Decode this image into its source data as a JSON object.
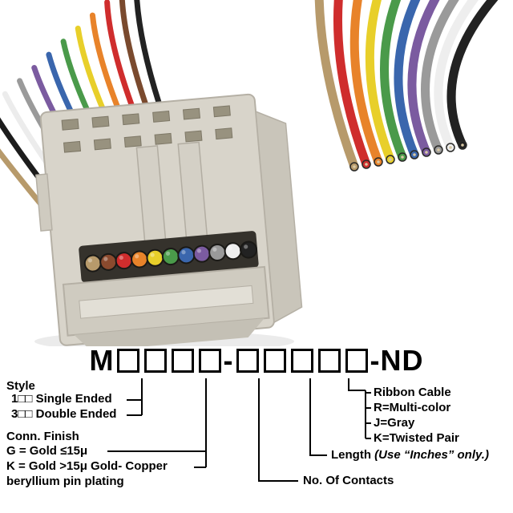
{
  "part_number": {
    "prefix": "M",
    "group1_boxes": 4,
    "separator": "-",
    "group2_boxes": 5,
    "suffix": "-ND"
  },
  "callouts": {
    "style": {
      "title": "Style",
      "option1": "1□□ Single Ended",
      "option2": "3□□ Double Ended"
    },
    "finish": {
      "title": "Conn. Finish",
      "line_g": "G = Gold ≤15μ",
      "line_k": "K = Gold >15μ Gold- Copper",
      "line_k2": "beryllium pin plating"
    },
    "contacts": {
      "label": "No. Of Contacts"
    },
    "length": {
      "label": "Length ",
      "note": "(Use “Inches” only.)"
    },
    "ribbon": {
      "title": "Ribbon Cable",
      "option_r": "R=Multi-color",
      "option_j": "J=Gray",
      "option_k": "K=Twisted Pair"
    }
  },
  "photo": {
    "description": "IDC socket connector with multi-color flat ribbon cable fanning to top corners",
    "body_color": "#d8d4ca",
    "contact_rows": 2,
    "contact_slot_columns": 6,
    "left_wire_colors": [
      "#b79a6b",
      "#1c1c1c",
      "#ececec",
      "#9a9a9a",
      "#7b5ba0",
      "#3a66ad",
      "#4a9a4a",
      "#e8cf2a",
      "#e8832a",
      "#cf2d2d",
      "#7a4a2e",
      "#222222"
    ],
    "ribbon_stripe_colors": [
      "#b79a6b",
      "#cf2d2d",
      "#e8832a",
      "#e8cf2a",
      "#4a9a4a",
      "#3a66ad",
      "#7b5ba0",
      "#9a9a9a",
      "#eeeeee",
      "#222222"
    ],
    "connector_wire_colors": [
      "#b79a6b",
      "#8a4a2e",
      "#cf2d2d",
      "#e8832a",
      "#e8cf2a",
      "#4a9a4a",
      "#3a66ad",
      "#7b5ba0",
      "#9a9a9a",
      "#eeeeee",
      "#222222"
    ]
  }
}
